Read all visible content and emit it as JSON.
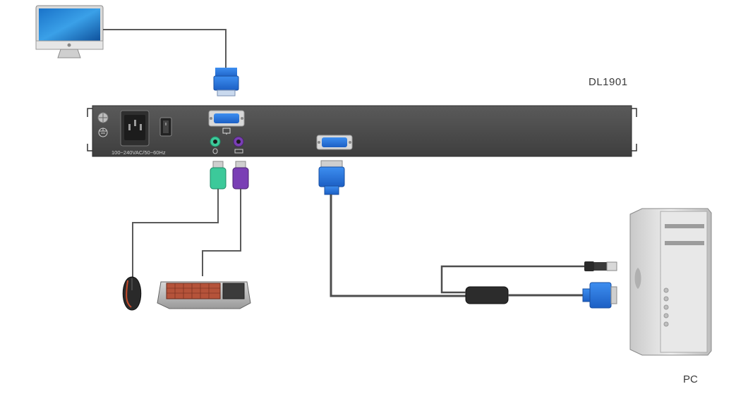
{
  "device": {
    "model": "DL1901",
    "power_rating": "100~240VAC/50~60Hz"
  },
  "target": {
    "label": "PC"
  },
  "console": {
    "monitor": "monitor-icon",
    "mouse": "mouse-icon",
    "keyboard": "keyboard-icon"
  },
  "colors": {
    "chassis": "#4a4a4a",
    "vga_blue": "#2b78e4",
    "ps2_mouse": "#3cc99a",
    "ps2_keyboard": "#7a3fb5",
    "cable": "#555555"
  }
}
